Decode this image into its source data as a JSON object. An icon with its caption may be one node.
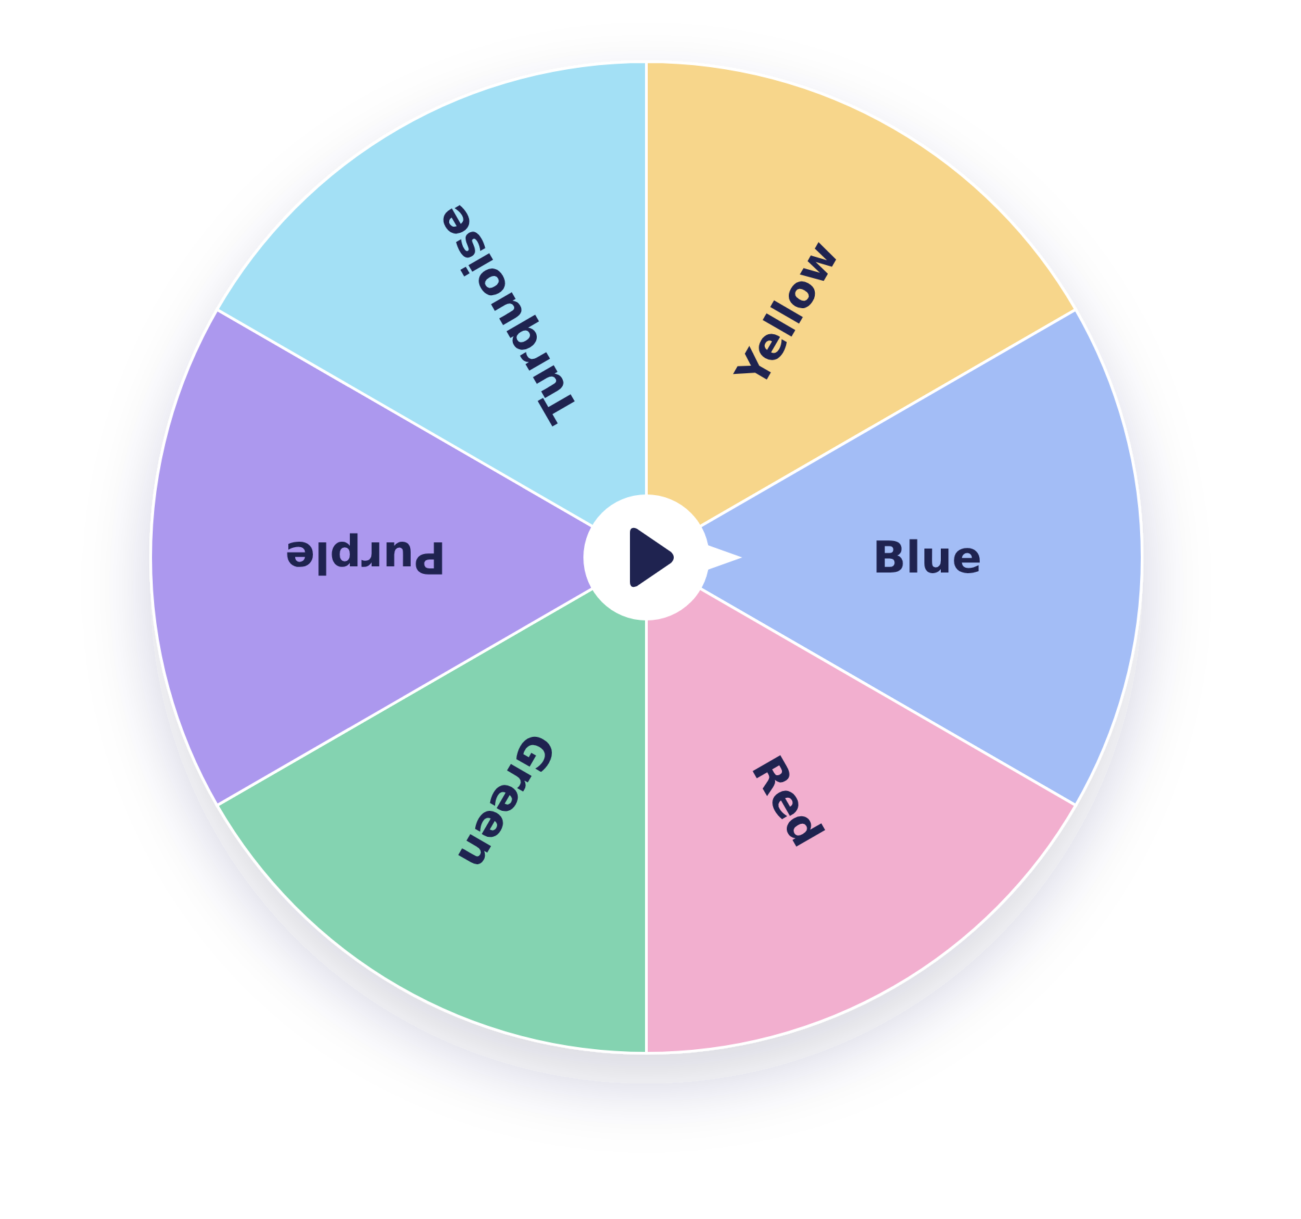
{
  "diagram": {
    "nodes": [
      {
        "text": [
          "Yellow"
        ]
      },
      {
        "text": [
          "Blue"
        ]
      },
      {
        "text": [
          "Red"
        ]
      },
      {
        "text": [
          "Green"
        ]
      },
      {
        "text": [
          "Purple"
        ]
      },
      {
        "text": [
          "Turquoise"
        ]
      }
    ]
  }
}
